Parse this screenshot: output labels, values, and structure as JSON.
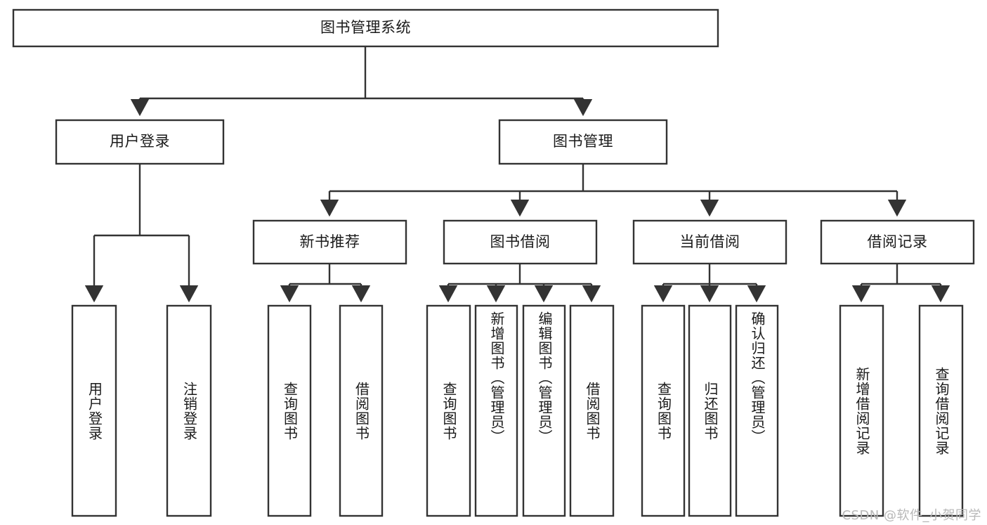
{
  "diagram": {
    "type": "tree-hierarchy",
    "title": "图书管理系统",
    "watermark": "CSDN @软件_小贺同学",
    "colors": {
      "stroke": "#333333",
      "fill": "#ffffff",
      "text": "#1a1a1a",
      "watermark": "#b8b8b8"
    },
    "root": {
      "label": "图书管理系统"
    },
    "level2": [
      {
        "label": "用户登录"
      },
      {
        "label": "图书管理"
      }
    ],
    "level3": [
      {
        "label": "新书推荐"
      },
      {
        "label": "图书借阅"
      },
      {
        "label": "当前借阅"
      },
      {
        "label": "借阅记录"
      }
    ],
    "leaves": {
      "user_login": [
        {
          "label": "用户登录"
        },
        {
          "label": "注销登录"
        }
      ],
      "new_book": [
        {
          "label": "查询图书"
        },
        {
          "label": "借阅图书"
        }
      ],
      "book_borrow": [
        {
          "label": "查询图书"
        },
        {
          "label": "新增图书（管理员）"
        },
        {
          "label": "编辑图书（管理员）"
        },
        {
          "label": "借阅图书"
        }
      ],
      "current_borrow": [
        {
          "label": "查询图书"
        },
        {
          "label": "归还图书"
        },
        {
          "label": "确认归还（管理员）"
        }
      ],
      "borrow_record": [
        {
          "label": "新增借阅记录"
        },
        {
          "label": "查询借阅记录"
        }
      ]
    }
  }
}
